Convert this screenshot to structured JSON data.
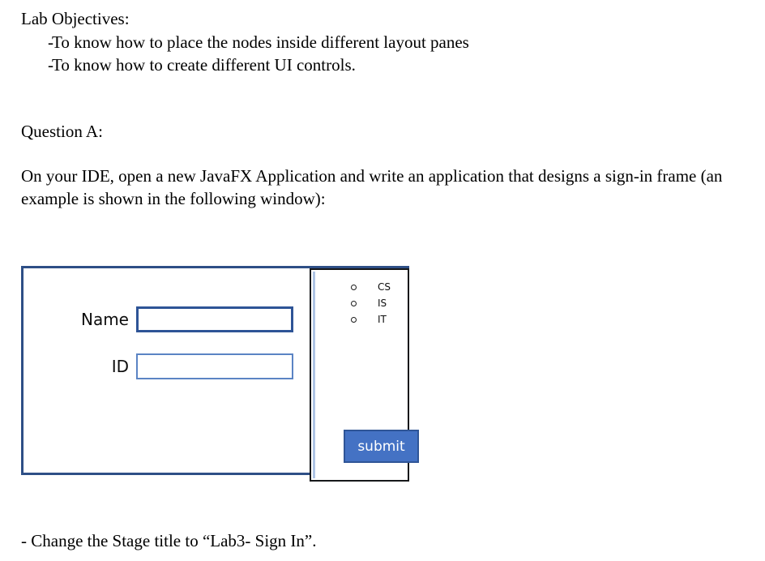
{
  "document": {
    "objectives_title": "Lab Objectives:",
    "objectives": [
      {
        "marker": "-",
        "text": "To know how to place the nodes inside different layout panes"
      },
      {
        "marker": "-",
        "text": "To know how to create different UI controls."
      }
    ],
    "question_label": "Question A:",
    "question_body": "On your IDE, open a new JavaFX Application and write an application that designs a sign-in frame (an example is shown in the following window):",
    "footer_note": "- Change the Stage title to “Lab3- Sign In”."
  },
  "mockup": {
    "fields": [
      {
        "label": "Name",
        "value": "",
        "placeholder": ""
      },
      {
        "label": "ID",
        "value": "",
        "placeholder": ""
      }
    ],
    "radio_options": [
      {
        "label": "CS",
        "selected": false
      },
      {
        "label": "IS",
        "selected": false
      },
      {
        "label": "IT",
        "selected": false
      }
    ],
    "submit_label": "submit",
    "colors": {
      "frame_border": "#2e4f86",
      "name_field_border": "#2e5496",
      "id_field_border": "#5b84c4",
      "panel_border": "#17181a",
      "panel_inner_edge": "#aec4e4",
      "submit_fill": "#4472c4",
      "submit_border": "#2f5597",
      "submit_text": "#ffffff"
    }
  }
}
